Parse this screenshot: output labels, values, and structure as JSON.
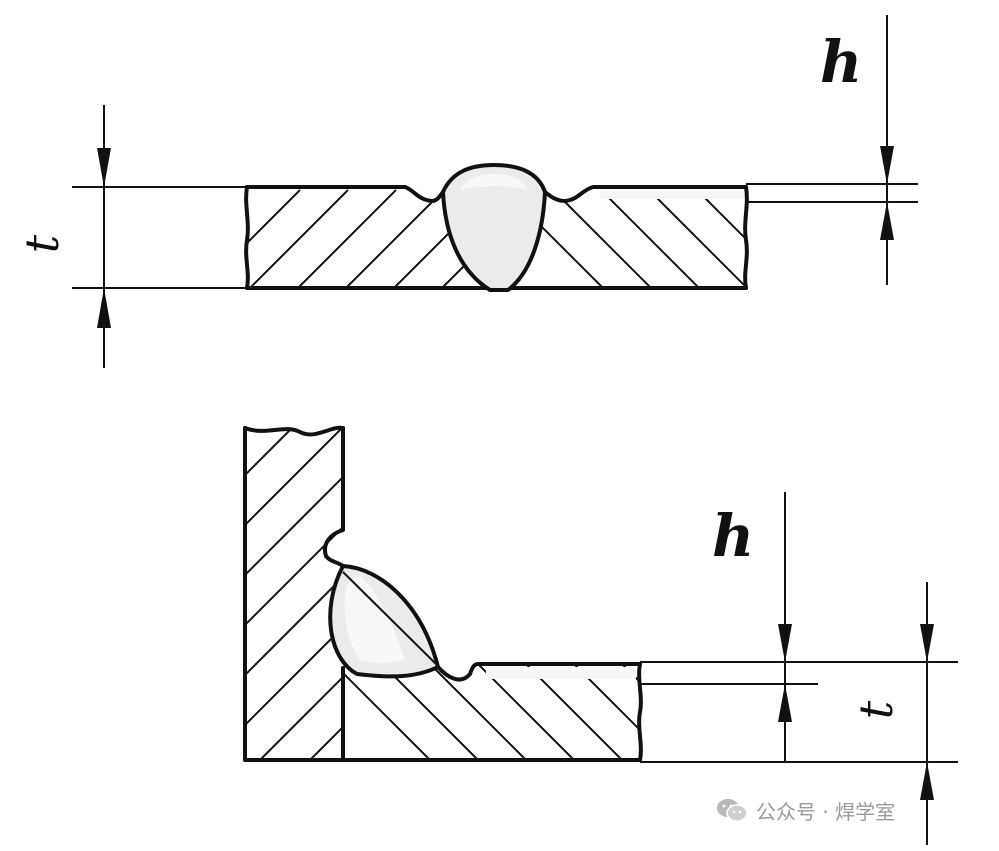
{
  "labels": {
    "butt_weld_height": "h",
    "butt_thickness": "t",
    "fillet_weld_height": "h",
    "fillet_thickness": "t"
  },
  "watermark": {
    "text": "公众号 · 焊学室",
    "icon": "wechat-icon"
  },
  "colors": {
    "line": "#111111",
    "weld_fill": "#ebebeb",
    "watermark": "#9a9a9a"
  }
}
